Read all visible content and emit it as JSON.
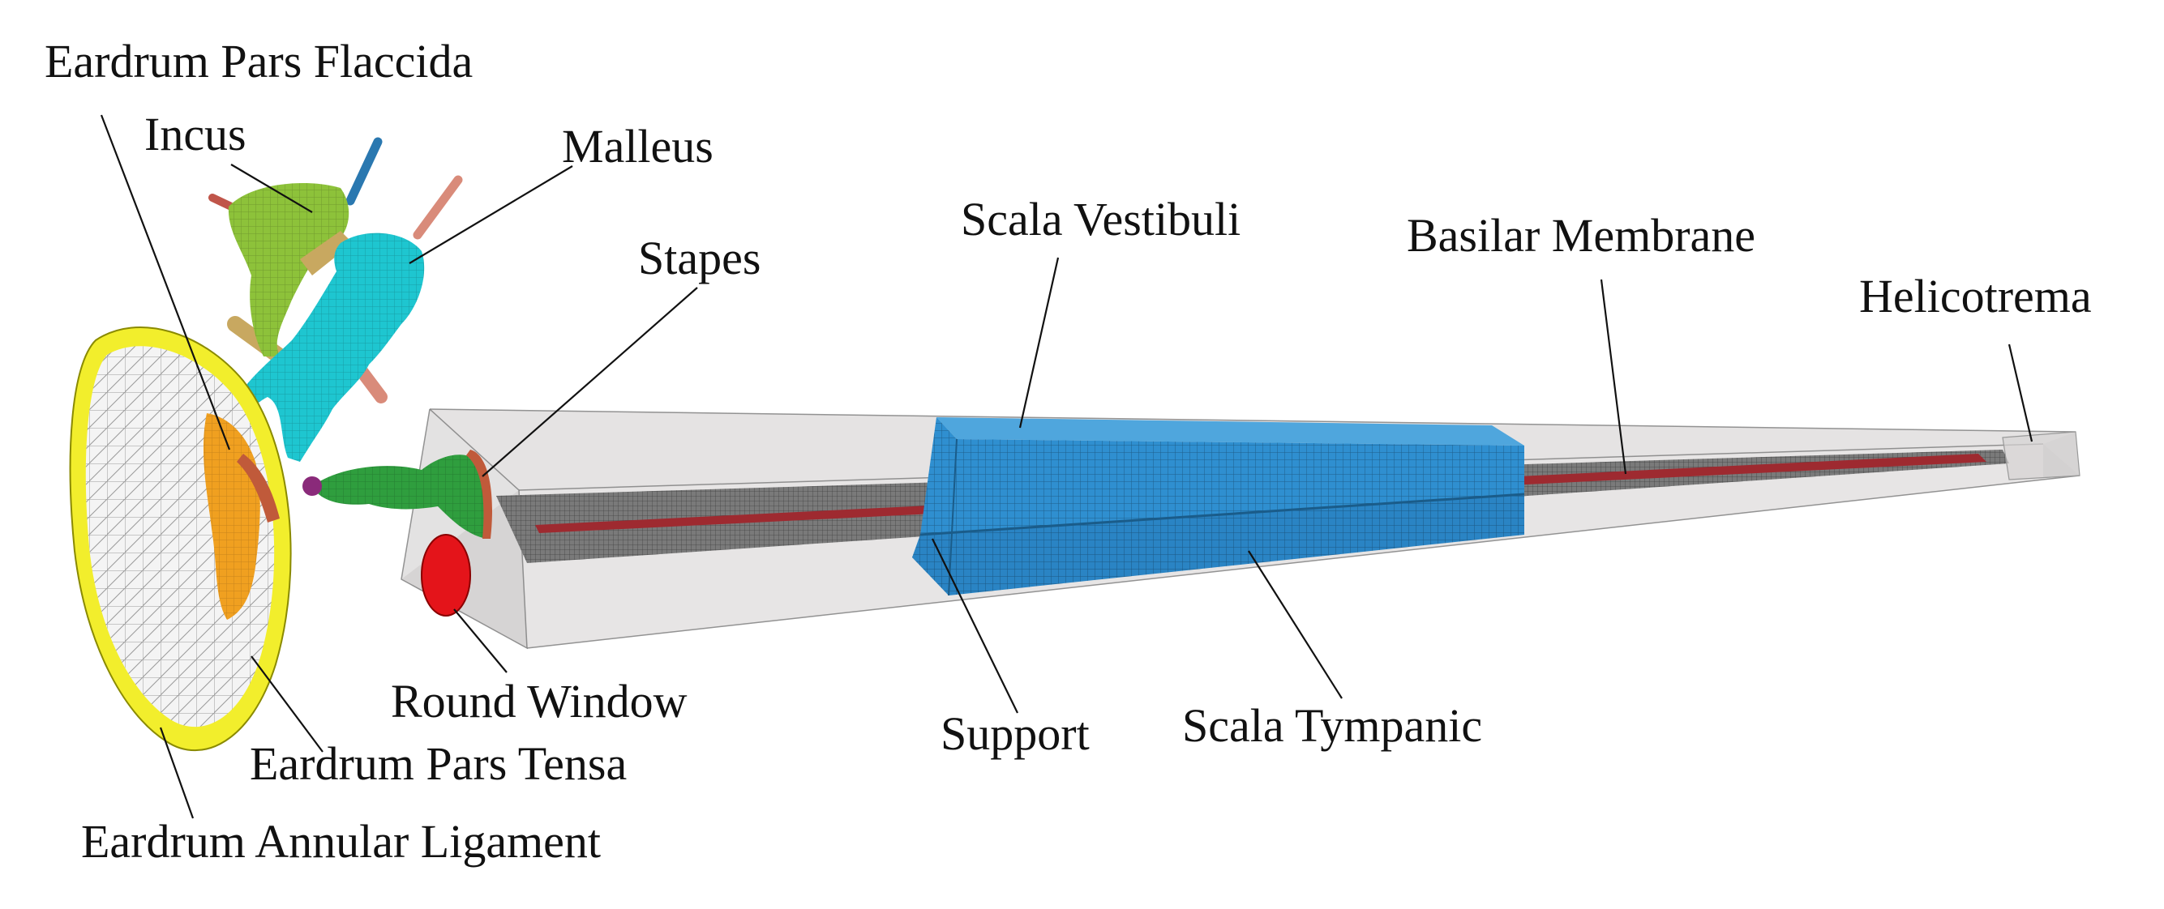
{
  "labels": {
    "eardrum_pars_flaccida": "Eardrum Pars Flaccida",
    "incus": "Incus",
    "malleus": "Malleus",
    "stapes": "Stapes",
    "scala_vestibuli": "Scala Vestibuli",
    "basilar_membrane": "Basilar Membrane",
    "helicotrema": "Helicotrema",
    "round_window": "Round Window",
    "support": "Support",
    "scala_tympanic": "Scala Tympanic",
    "eardrum_pars_tensa": "Eardrum Pars Tensa",
    "eardrum_annular_ligament": "Eardrum Annular Ligament"
  },
  "colors": {
    "eardrum_annular_ligament": "#f2ee2c",
    "eardrum_pars_tensa": "#f4f4f4",
    "eardrum_pars_flaccida": "#f0a020",
    "incus": "#8dc23a",
    "malleus": "#1ec6d0",
    "stapes": "#2f9e3e",
    "round_window": "#e4141a",
    "scala_vestibuli": "#2f8fd0",
    "scala_tympanic": "#2f8fd0",
    "cochlear_duct": "#cfcccc",
    "basilar_membrane": "#9e2a30",
    "support": "#7a7a7a",
    "ligament_blue": "#2a78b0",
    "ligament_salmon": "#d98b7a",
    "ligament_tan": "#c8a860"
  }
}
